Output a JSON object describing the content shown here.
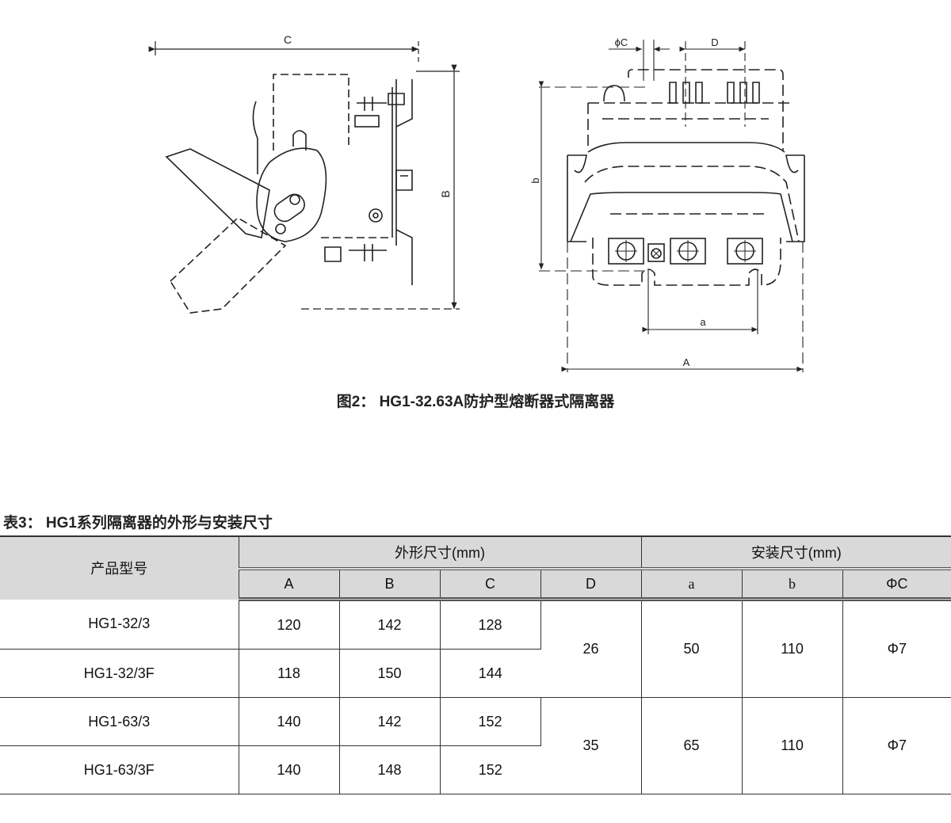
{
  "figure": {
    "caption": "图2： HG1-32.63A防护型熔断器式隔离器",
    "side_view_labels": {
      "C": "C",
      "B": "B"
    },
    "front_view_labels": {
      "phiC": "ϕC",
      "D": "D",
      "b": "b",
      "a": "a",
      "A": "A"
    }
  },
  "table": {
    "title": "表3： HG1系列隔离器的外形与安装尺寸",
    "header_model": "产品型号",
    "group_outer": "外形尺寸(mm)",
    "group_mount": "安装尺寸(mm)",
    "columns": [
      "A",
      "B",
      "C",
      "D",
      "a",
      "b",
      "ΦC"
    ],
    "rows": [
      {
        "model": "HG1-32/3",
        "A": "120",
        "B": "142",
        "C": "128"
      },
      {
        "model": "HG1-32/3F",
        "A": "118",
        "B": "150",
        "C": "144"
      },
      {
        "model": "HG1-63/3",
        "A": "140",
        "B": "142",
        "C": "152"
      },
      {
        "model": "HG1-63/3F",
        "A": "140",
        "B": "148",
        "C": "152"
      }
    ],
    "groups": [
      {
        "D": "26",
        "a": "50",
        "b": "110",
        "phiC": "Φ7"
      },
      {
        "D": "35",
        "a": "65",
        "b": "110",
        "phiC": "Φ7"
      }
    ]
  }
}
